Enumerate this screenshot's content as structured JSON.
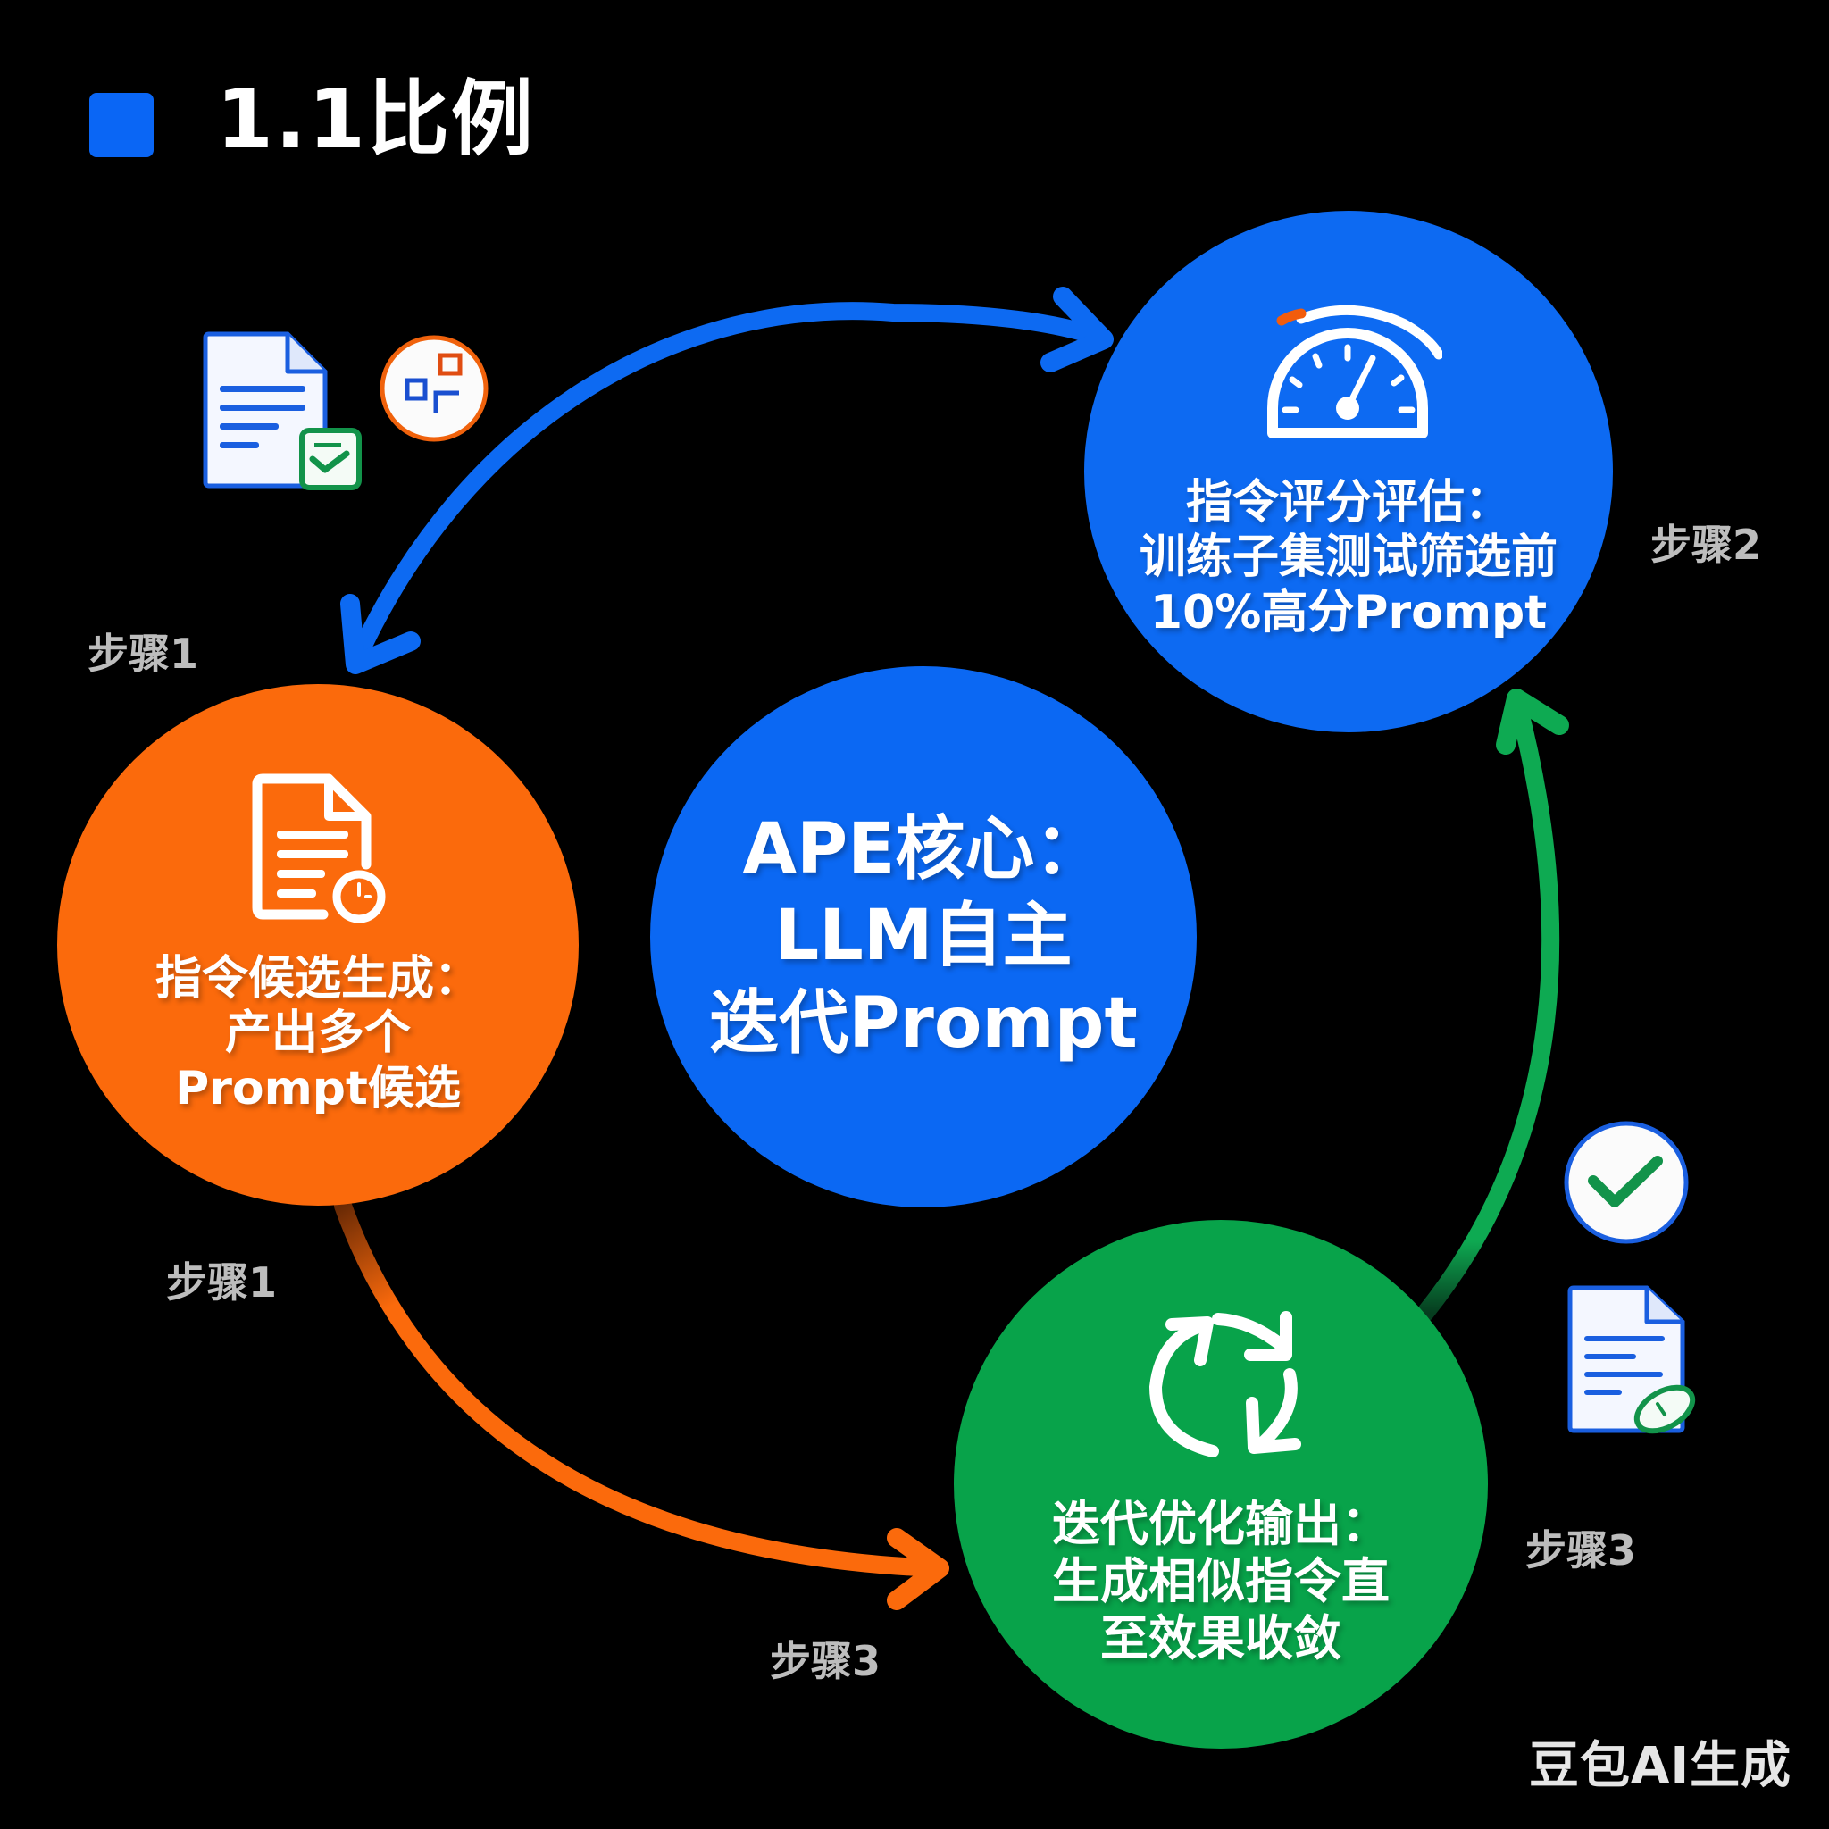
{
  "header": {
    "title": "1.1比例",
    "accent_color": "#0a66f5"
  },
  "center": {
    "lines": [
      "APE核心：",
      "LLM自主",
      "迭代Prompt"
    ],
    "color": "#0b68f3"
  },
  "nodes": [
    {
      "id": "candidate-generation",
      "icon": "document-clock-icon",
      "lines": [
        "指令候选生成：",
        "产出多个",
        "Prompt候选"
      ],
      "color": "#fb6a0c"
    },
    {
      "id": "scoring-evaluation",
      "icon": "speedometer-gauge-icon",
      "lines": [
        "指令评分评估：",
        "训练子集测试筛选前",
        "10%高分Prompt"
      ],
      "color": "#0d6af2"
    },
    {
      "id": "iterative-optimization",
      "icon": "refresh-cycle-icon",
      "lines": [
        "迭代优化输出：",
        "生成相似指令直",
        "至效果收敛"
      ],
      "color": "#08a34a"
    }
  ],
  "step_labels": {
    "top_left": "步骤1",
    "left_bottom": "步骤1",
    "right_top": "步骤2",
    "bottom_center": "步骤3",
    "right_bottom": "步骤3"
  },
  "arrows": {
    "blue": "#0d6af2",
    "orange": "#fb6a0c",
    "green": "#0eaa52"
  },
  "decorations": {
    "top_left": [
      "document-check-icon",
      "shapes-circle-icon"
    ],
    "right": [
      "checkmark-circle-icon",
      "document-mouse-icon"
    ]
  },
  "watermark": "豆包AI生成"
}
